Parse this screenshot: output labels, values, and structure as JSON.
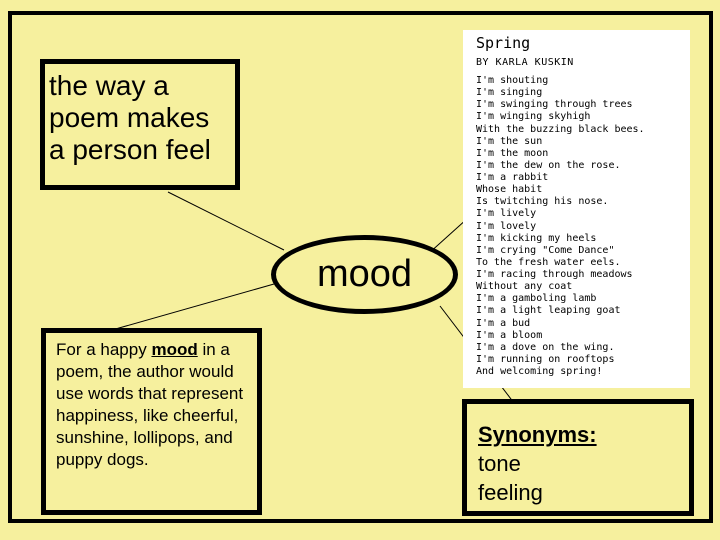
{
  "definition": "the way a poem makes a person feel",
  "central_concept": "mood",
  "example": {
    "before": "For a happy ",
    "highlight": "mood",
    "after": " in a poem, the author would use words that represent happiness, like cheerful, sunshine, lollipops, and puppy dogs."
  },
  "poem": {
    "title": "Spring",
    "author": "BY KARLA KUSKIN",
    "lines": [
      "I'm shouting",
      "I'm singing",
      "I'm swinging through trees",
      "I'm winging skyhigh",
      "With the buzzing black bees.",
      "I'm the sun",
      "I'm the moon",
      "I'm the dew on the rose.",
      "I'm a rabbit",
      "Whose habit",
      "Is twitching his nose.",
      "I'm lively",
      "I'm lovely",
      "I'm kicking my heels",
      "I'm crying \"Come Dance\"",
      "To the fresh water eels.",
      "I'm racing through meadows",
      "Without any coat",
      "I'm a gamboling lamb",
      "I'm a light leaping goat",
      "I'm a bud",
      "I'm a bloom",
      "I'm a dove on the wing.",
      "I'm running on rooftops",
      "And welcoming spring!"
    ]
  },
  "synonyms": {
    "heading": "Synonyms:",
    "items": [
      "tone",
      "feeling"
    ]
  }
}
